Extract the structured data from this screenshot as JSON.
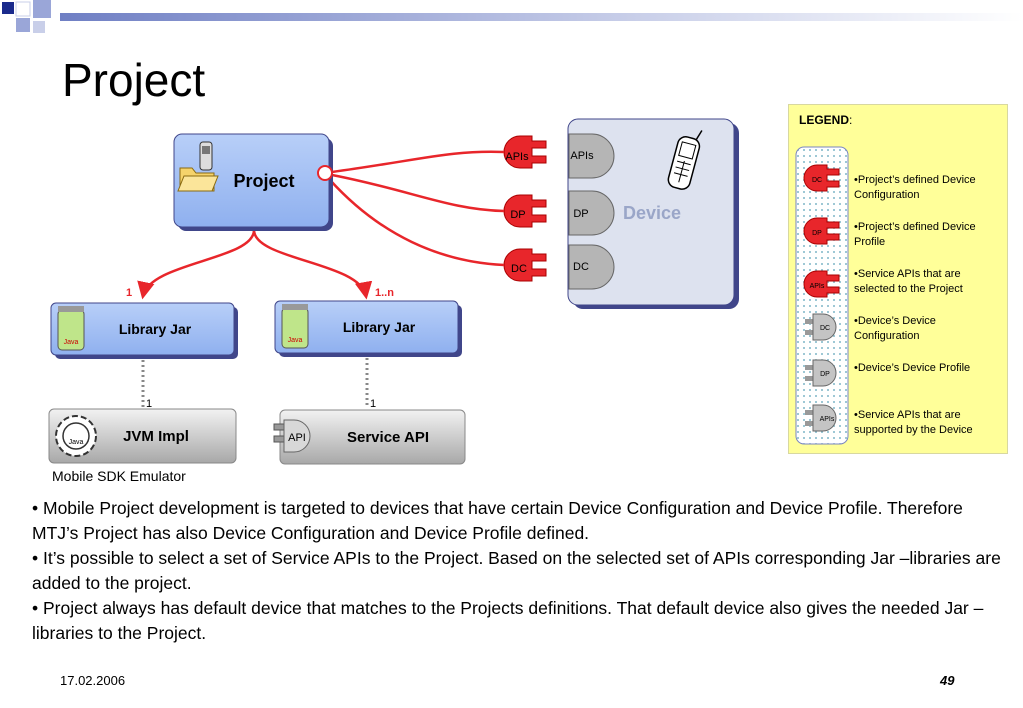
{
  "slide": {
    "title": "Project",
    "date": "17.02.2006",
    "page_number": "49"
  },
  "diagram": {
    "project_label": "Project",
    "device_label": "Device",
    "device_ports": [
      "APIs",
      "DP",
      "DC"
    ],
    "project_ports": [
      "APIs",
      "DP",
      "DC"
    ],
    "multiplicity_left": "1",
    "multiplicity_right": "1..n",
    "library_jar_left": "Library Jar",
    "library_jar_right": "Library Jar",
    "jvm_impl_label": "JVM Impl",
    "jvm_mult": "1",
    "service_api_label": "Service API",
    "service_api_port": "API",
    "service_mult": "1",
    "emulator_caption": "Mobile SDK Emulator",
    "java_icon_text": "Java"
  },
  "legend": {
    "title": "LEGEND",
    "title_suffix": ":",
    "items": [
      {
        "badge": "DC",
        "text": "•Project’s defined Device Configuration"
      },
      {
        "badge": "DP",
        "text": "•Project’s defined Device Profile"
      },
      {
        "badge": "APIs",
        "text": "•Service APIs that are selected to the Project"
      },
      {
        "badge": "DC",
        "text": "•Device’s Device Configuration"
      },
      {
        "badge": "DP",
        "text": "•Device’s Device Profile"
      },
      {
        "badge": "APIs",
        "text": "•Service APIs that are supported by the Device"
      }
    ]
  },
  "bullets": [
    "• Mobile Project development is targeted to devices that have certain Device Configuration and Device Profile. Therefore MTJ’s Project has also Device Configuration and Device Profile defined.",
    "• It’s possible to select a set of Service APIs to the Project. Based on the selected set of APIs corresponding Jar –libraries are added to the project.",
    "• Project always has default device that matches to the Projects definitions. That default device also gives the needed Jar –libraries to the Project."
  ],
  "colors": {
    "red_connector": "#e8262b",
    "project_box": "#a9c4f5",
    "device_box": "#dde2ef",
    "legend_bg": "#ffff99",
    "square_dark": "#1a2a8c",
    "square_light": "#9aa6d8"
  }
}
